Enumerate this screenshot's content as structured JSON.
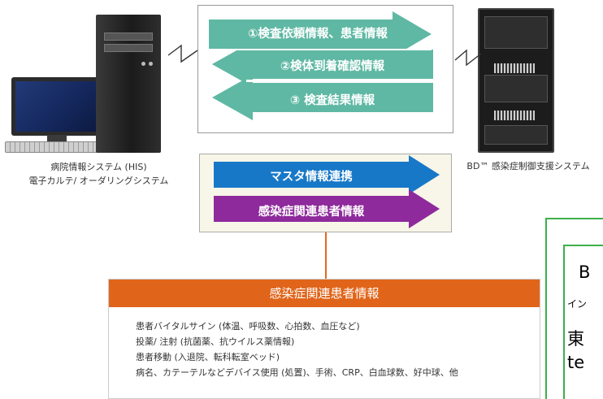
{
  "flows": {
    "order": "①検査依頼情報、患者情報",
    "arrival": "②検体到着確認情報",
    "result": "③ 検査結果情報",
    "master": "マスタ情報連携",
    "patient": "感染症関連患者情報"
  },
  "systems": {
    "his_line1": "病院情報システム (HIS)",
    "his_line2": "電子カルテ/ オーダリングシステム",
    "bd": "BD™ 感染症制御支援システム"
  },
  "info_box": {
    "title": "感染症関連患者情報",
    "items": [
      "患者バイタルサイン (体温、呼吸数、心拍数、血圧など)",
      "投薬/ 注射 (抗菌薬、抗ウイルス薬情報)",
      "患者移動 (入退院、転科転室ベッド)",
      "病名、カテーテルなどデバイス使用 (処置)、手術、CRP、白血球数、好中球、他"
    ]
  },
  "overlay": {
    "line1": "B",
    "line2": "イン",
    "line3": "東",
    "line4": "te"
  },
  "colors": {
    "teal_arrow": "#5fb8a4",
    "blue_arrow": "#1878c8",
    "purple_arrow": "#8e2a9c",
    "orange": "#e0651a",
    "green_frame": "#3cb04a"
  }
}
